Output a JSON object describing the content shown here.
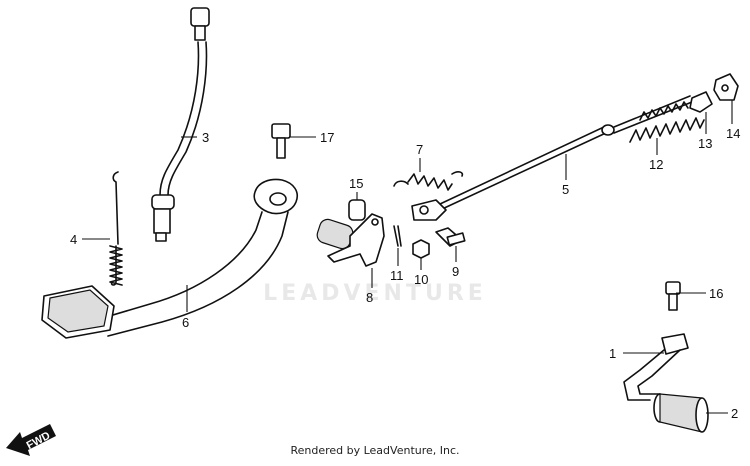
{
  "footer_text": "Rendered by LeadVenture, Inc.",
  "watermark_text": "LEADVENTURE",
  "fwd_label": "FWD",
  "callouts": {
    "c1": "1",
    "c2": "2",
    "c3": "3",
    "c4": "4",
    "c5": "5",
    "c6": "6",
    "c7": "7",
    "c8": "8",
    "c9": "9",
    "c10": "10",
    "c11": "11",
    "c12": "12",
    "c13": "13",
    "c14": "14",
    "c15": "15",
    "c16": "16",
    "c17": "17"
  }
}
